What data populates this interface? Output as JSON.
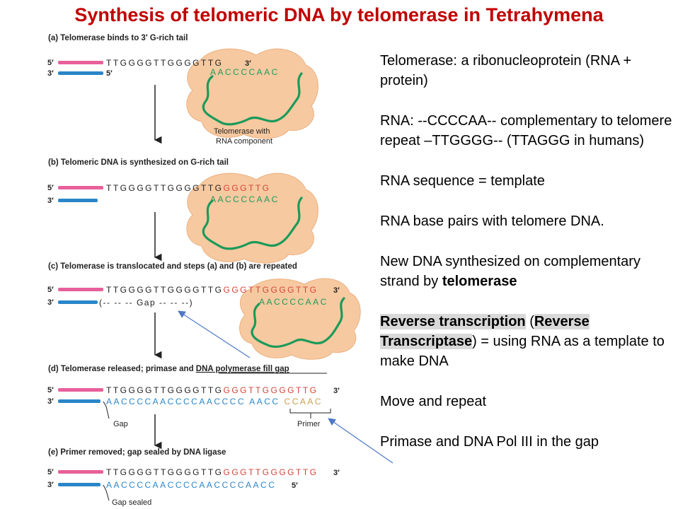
{
  "title": "Synthesis of telomeric DNA by telomerase in Tetrahymena",
  "colors": {
    "title": "#c00000",
    "top_strand": "#e8609a",
    "bottom_strand": "#2a86c8",
    "dna_dark": "#222222",
    "new_dna": "#d2463a",
    "rna": "#1b9a5a",
    "protein_blob": "#f7c9a0",
    "primer": "#c8a050",
    "arrow": "#4d78c4"
  },
  "diagram": {
    "labels": {
      "five_prime": "5′",
      "three_prime": "3′"
    },
    "steps": {
      "a": {
        "label": "(a) Telomerase binds to 3′ G-rich tail",
        "top_seq": "TTGGGGTTGGGGTTG",
        "top_end": "3′",
        "bottom_end": "5′",
        "rna": "AACCCCAAC",
        "blob_caption_1": "Telomerase with",
        "blob_caption_2": "RNA component"
      },
      "b": {
        "label": "(b) Telomeric DNA is synthesized on G-rich tail",
        "top_seq": "TTGGGGTTGGGGTTG",
        "top_new": "GGGTTG",
        "rna": "AACCCCAAC"
      },
      "c": {
        "label": "(c) Telomerase is translocated and steps (a) and (b) are repeated",
        "top_seq": "TTGGGGTTGGGGTTG",
        "top_new": "GGGTTGGGGTTG",
        "top_end": "3′",
        "gap_text": "(-- -- -- Gap -- -- --)",
        "rna": "AACCCCAAC"
      },
      "d": {
        "label_prefix": "(d) Telomerase released; primase and ",
        "label_underlined": "DNA polymerase fill gap",
        "top_seq": "TTGGGGTTGGGGTTG",
        "top_new": "GGGTTGGGGTTG",
        "top_end": "3′",
        "bottom_seq": "AACCCCAACCCCAACCCC AACC",
        "primer_seq": "CCAAC",
        "gap_note": "Gap",
        "primer_note": "Primer"
      },
      "e": {
        "label": "(e) Primer removed; gap sealed by DNA ligase",
        "top_seq": "TTGGGGTTGGGGTTG",
        "top_new": "GGGTTGGGGTTG",
        "top_end": "3′",
        "bottom_seq": "AACCCCAACCCCAACCCCAACC",
        "bottom_end": "5′",
        "gap_note": "Gap sealed"
      }
    }
  },
  "notes": {
    "telomerase_def": "Telomerase: a ribonucleoprotein (RNA + protein)",
    "rna_complement": "RNA: --CCCCAA-- complementary to telomere repeat –TTGGGG-- (TTAGGG in humans)",
    "rna_template": "RNA sequence = template",
    "base_pairs": "RNA base pairs with telomere DNA.",
    "new_dna_prefix": "New DNA synthesized on complementary strand by ",
    "new_dna_bold": "telomerase",
    "rt_bold_1": "Reverse transcription",
    "rt_open": " (",
    "rt_bold_2": "Reverse Transcriptase",
    "rt_rest": ") = using RNA as a template to make DNA",
    "move_repeat": "Move and repeat",
    "primase": "Primase and DNA Pol III in the gap"
  }
}
